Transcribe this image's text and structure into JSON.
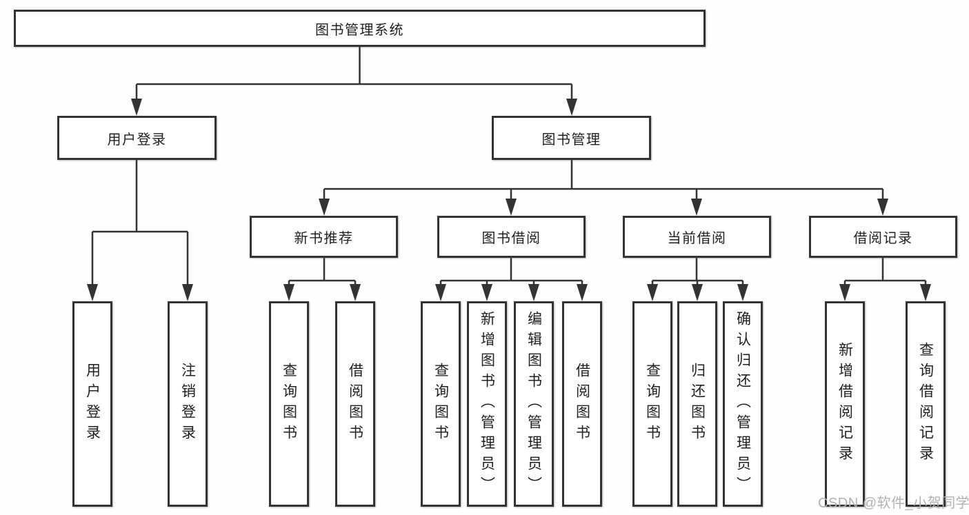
{
  "colors": {
    "line": "#333333",
    "box_border": "#333333",
    "text": "#1f1f1f",
    "watermark": "#b2b2b2",
    "background": "#fefefe"
  },
  "watermark": "CSDN @软件_小贺同学",
  "diagram": {
    "type": "tree",
    "title": "图书管理系统",
    "children": [
      {
        "label": "用户登录",
        "children": [
          {
            "label": "用户登录"
          },
          {
            "label": "注销登录"
          }
        ]
      },
      {
        "label": "图书管理",
        "children": [
          {
            "label": "新书推荐",
            "children": [
              {
                "label": "查询图书"
              },
              {
                "label": "借阅图书"
              }
            ]
          },
          {
            "label": "图书借阅",
            "children": [
              {
                "label": "查询图书"
              },
              {
                "label": "新增图书（管理员）"
              },
              {
                "label": "编辑图书（管理员）"
              },
              {
                "label": "借阅图书"
              }
            ]
          },
          {
            "label": "当前借阅",
            "children": [
              {
                "label": "查询图书"
              },
              {
                "label": "归还图书"
              },
              {
                "label": "确认归还（管理员）"
              }
            ]
          },
          {
            "label": "借阅记录",
            "children": [
              {
                "label": "新增借阅记录"
              },
              {
                "label": "查询借阅记录"
              }
            ]
          }
        ]
      }
    ]
  }
}
